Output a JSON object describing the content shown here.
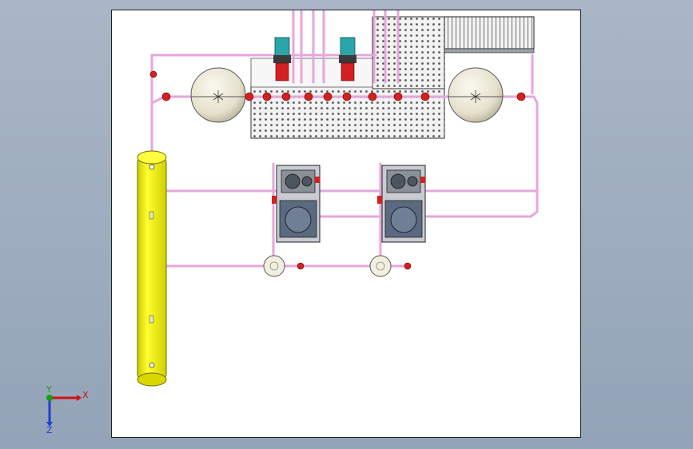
{
  "viewport": {
    "background_top": "#a9b6c6",
    "background_bottom": "#93a4b8",
    "sheet_background": "#ffffff"
  },
  "colors": {
    "pipe_pink": "#e7a6dc",
    "vessel_yellow": "#ffff00",
    "tank_beige": "#ece8d6",
    "valve_red": "#d42020",
    "motor_teal": "#2aa6a8",
    "skid_gray": "#b9bec4",
    "axis_x": "#d01010",
    "axis_y": "#10a010",
    "axis_z": "#1f3fd0"
  },
  "components": {
    "vertical_receiver": "vertical-air-receiver",
    "spherical_tanks": [
      "left-spherical-tank",
      "right-spherical-tank"
    ],
    "compressors": [
      "compressor-unit-1",
      "compressor-unit-2"
    ],
    "pumps": [
      "pump-motor-1",
      "pump-motor-2"
    ],
    "manifold": "perforated-valve-panel",
    "cooler": "finned-heat-exchanger",
    "separators": [
      "separator-1",
      "separator-2"
    ]
  },
  "triad": {
    "x_label": "X",
    "y_label": "Y",
    "z_label": "Z"
  }
}
